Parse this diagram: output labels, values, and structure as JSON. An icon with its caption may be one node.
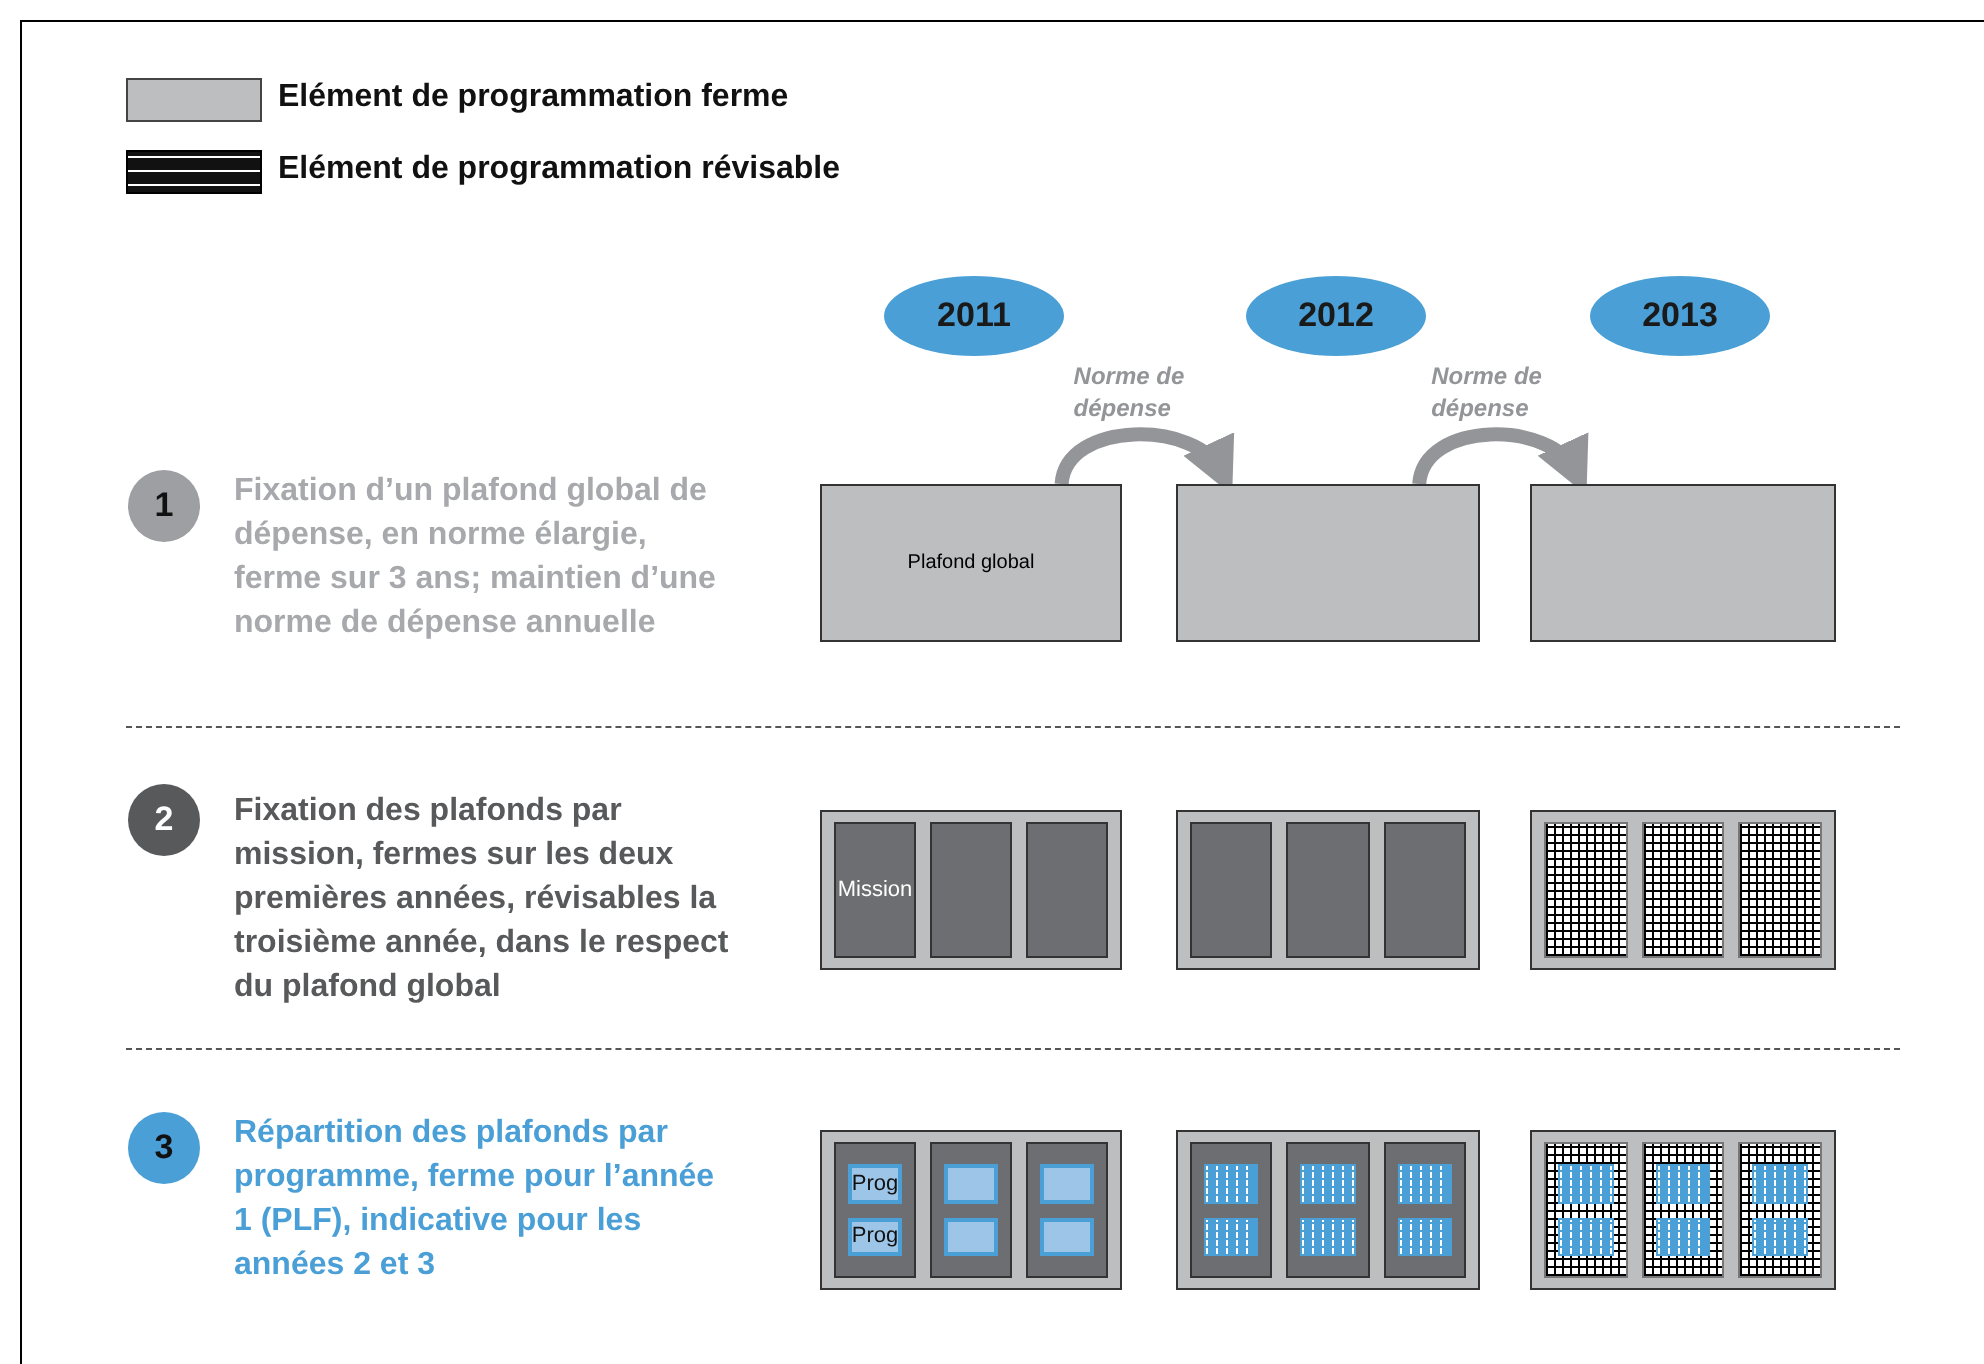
{
  "diagram": {
    "nodes": [
      {
        "text": [
          "2011"
        ]
      },
      {
        "text": [
          "2012"
        ]
      },
      {
        "text": [
          "2013"
        ]
      },
      {
        "text": [
          "1"
        ],
        "beside": [
          "Fixation d’un plafond global de dépense, en norme élargie, ferme sur 3 ans; maintien d’une norme de dépense annuelle"
        ]
      },
      {
        "text": [
          "Plafond global"
        ]
      },
      {
        "text": [],
        "shape": "box"
      },
      {
        "text": [],
        "shape": "box"
      },
      {
        "text": [
          "2"
        ],
        "beside": [
          "Fixation des plafonds par mission, fermes sur les deux premières années, révisables la troisième année, dans le respect du plafond global"
        ]
      },
      {
        "text": [],
        "shape": "box"
      },
      {
        "text": [
          "Mission"
        ],
        "in": 8
      },
      {
        "text": [],
        "shape": "box",
        "in": 8
      },
      {
        "text": [],
        "shape": "box",
        "in": 8
      },
      {
        "text": [],
        "shape": "box"
      },
      {
        "text": [],
        "shape": "box",
        "in": 12
      },
      {
        "text": [],
        "shape": "box",
        "in": 12
      },
      {
        "text": [],
        "shape": "box",
        "in": 12
      },
      {
        "text": [],
        "shape": "box"
      },
      {
        "text": [],
        "shape": "box",
        "in": 16
      },
      {
        "text": [],
        "shape": "box",
        "in": 16
      },
      {
        "text": [],
        "shape": "box",
        "in": 16
      },
      {
        "text": [
          "3"
        ],
        "beside": [
          "Répartition des plafonds par programme, ferme pour l’année 1 (PLF), indicative pour les années 2 et 3"
        ]
      },
      {
        "text": [],
        "shape": "box"
      },
      {
        "text": [],
        "shape": "box",
        "in": 21
      },
      {
        "text": [
          "Prog"
        ],
        "in": 22
      },
      {
        "text": [
          "Prog"
        ],
        "in": 22
      },
      {
        "text": [],
        "shape": "box",
        "in": 21
      },
      {
        "text": [],
        "shape": "box",
        "in": 25
      },
      {
        "text": [],
        "shape": "box",
        "in": 25
      },
      {
        "text": [],
        "shape": "box",
        "in": 21
      },
      {
        "text": [],
        "shape": "box",
        "in": 28
      },
      {
        "text": [],
        "shape": "box",
        "in": 28
      },
      {
        "text": [],
        "shape": "box"
      },
      {
        "text": [],
        "shape": "box",
        "in": 31
      },
      {
        "text": [],
        "shape": "box",
        "in": 32
      },
      {
        "text": [],
        "shape": "box",
        "in": 32
      },
      {
        "text": [],
        "shape": "box",
        "in": 31
      },
      {
        "text": [],
        "shape": "box",
        "in": 35
      },
      {
        "text": [],
        "shape": "box",
        "in": 35
      },
      {
        "text": [],
        "shape": "box",
        "in": 31
      },
      {
        "text": [],
        "shape": "box",
        "in": 38
      },
      {
        "text": [],
        "shape": "box",
        "in": 38
      },
      {
        "text": [],
        "shape": "box"
      },
      {
        "text": [],
        "shape": "box",
        "in": 41
      },
      {
        "text": [],
        "shape": "box",
        "in": 42
      },
      {
        "text": [],
        "shape": "box",
        "in": 42
      },
      {
        "text": [],
        "shape": "box",
        "in": 41
      },
      {
        "text": [],
        "shape": "box",
        "in": 45
      },
      {
        "text": [],
        "shape": "box",
        "in": 45
      },
      {
        "text": [],
        "shape": "box",
        "in": 41
      },
      {
        "text": [],
        "shape": "box",
        "in": 48
      },
      {
        "text": [],
        "shape": "box",
        "in": 48
      }
    ],
    "edges": [
      {
        "from": 4,
        "to": 5,
        "arrow": "to",
        "label": "Norme de dépense"
      },
      {
        "from": 5,
        "to": 6,
        "arrow": "to",
        "label": "Norme de dépense"
      }
    ],
    "legend": [
      {
        "text": "Elément de programmation ferme",
        "color": "#bcbec0"
      },
      {
        "text": "Elément de programmation révisable"
      }
    ]
  }
}
